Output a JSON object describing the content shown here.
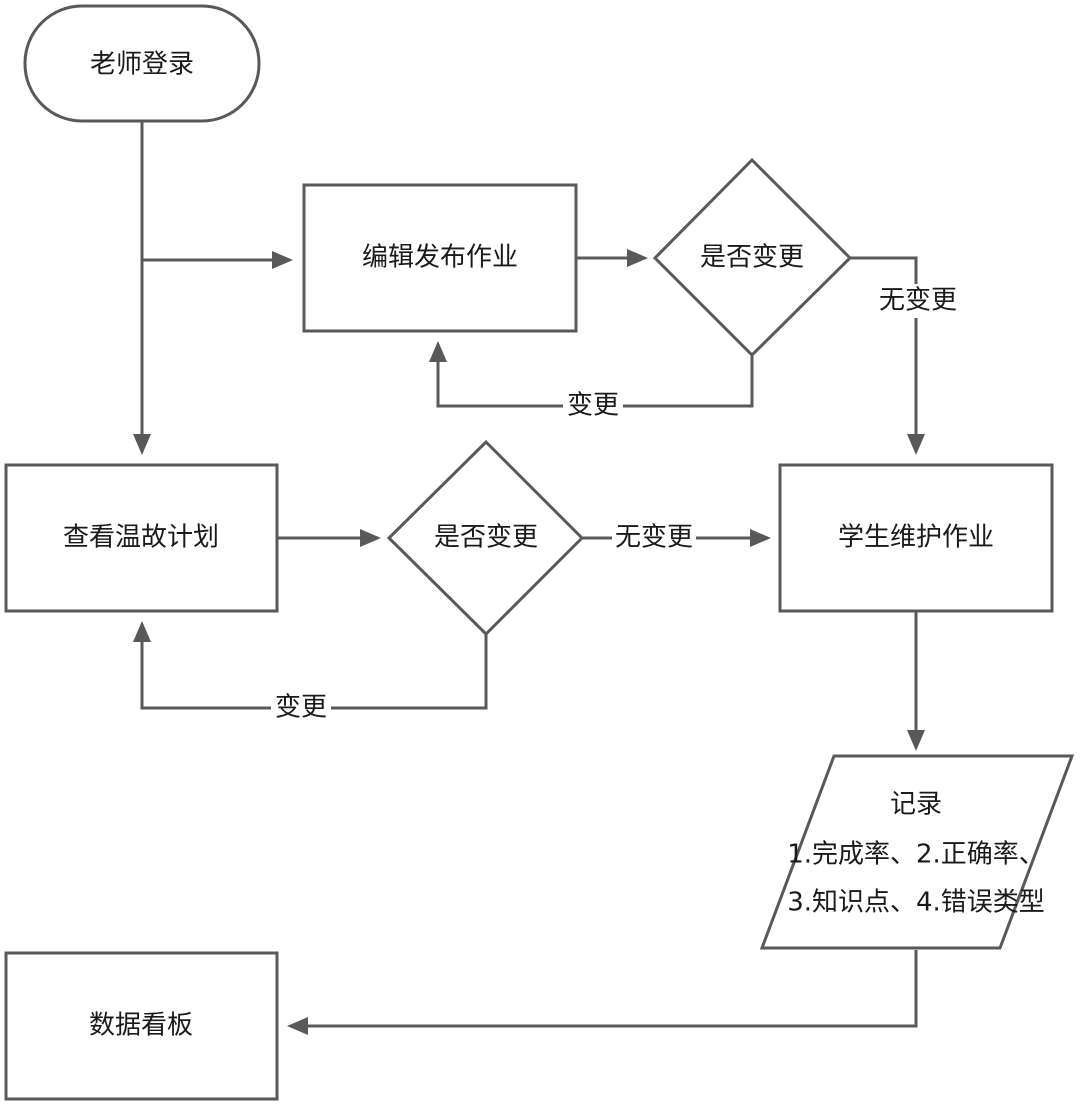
{
  "diagram": {
    "nodes": {
      "teacher_login": "老师登录",
      "edit_publish_homework": "编辑发布作业",
      "change_decision_1": "是否变更",
      "view_review_plan": "查看温故计划",
      "change_decision_2": "是否变更",
      "student_maintain_homework": "学生维护作业",
      "record_title": "记录",
      "record_line_1": "1.完成率、2.正确率、",
      "record_line_2": "3.知识点、4.错误类型",
      "data_dashboard": "数据看板"
    },
    "edges": {
      "no_change_1": "无变更",
      "change_1": "变更",
      "no_change_2": "无变更",
      "change_2": "变更"
    }
  }
}
